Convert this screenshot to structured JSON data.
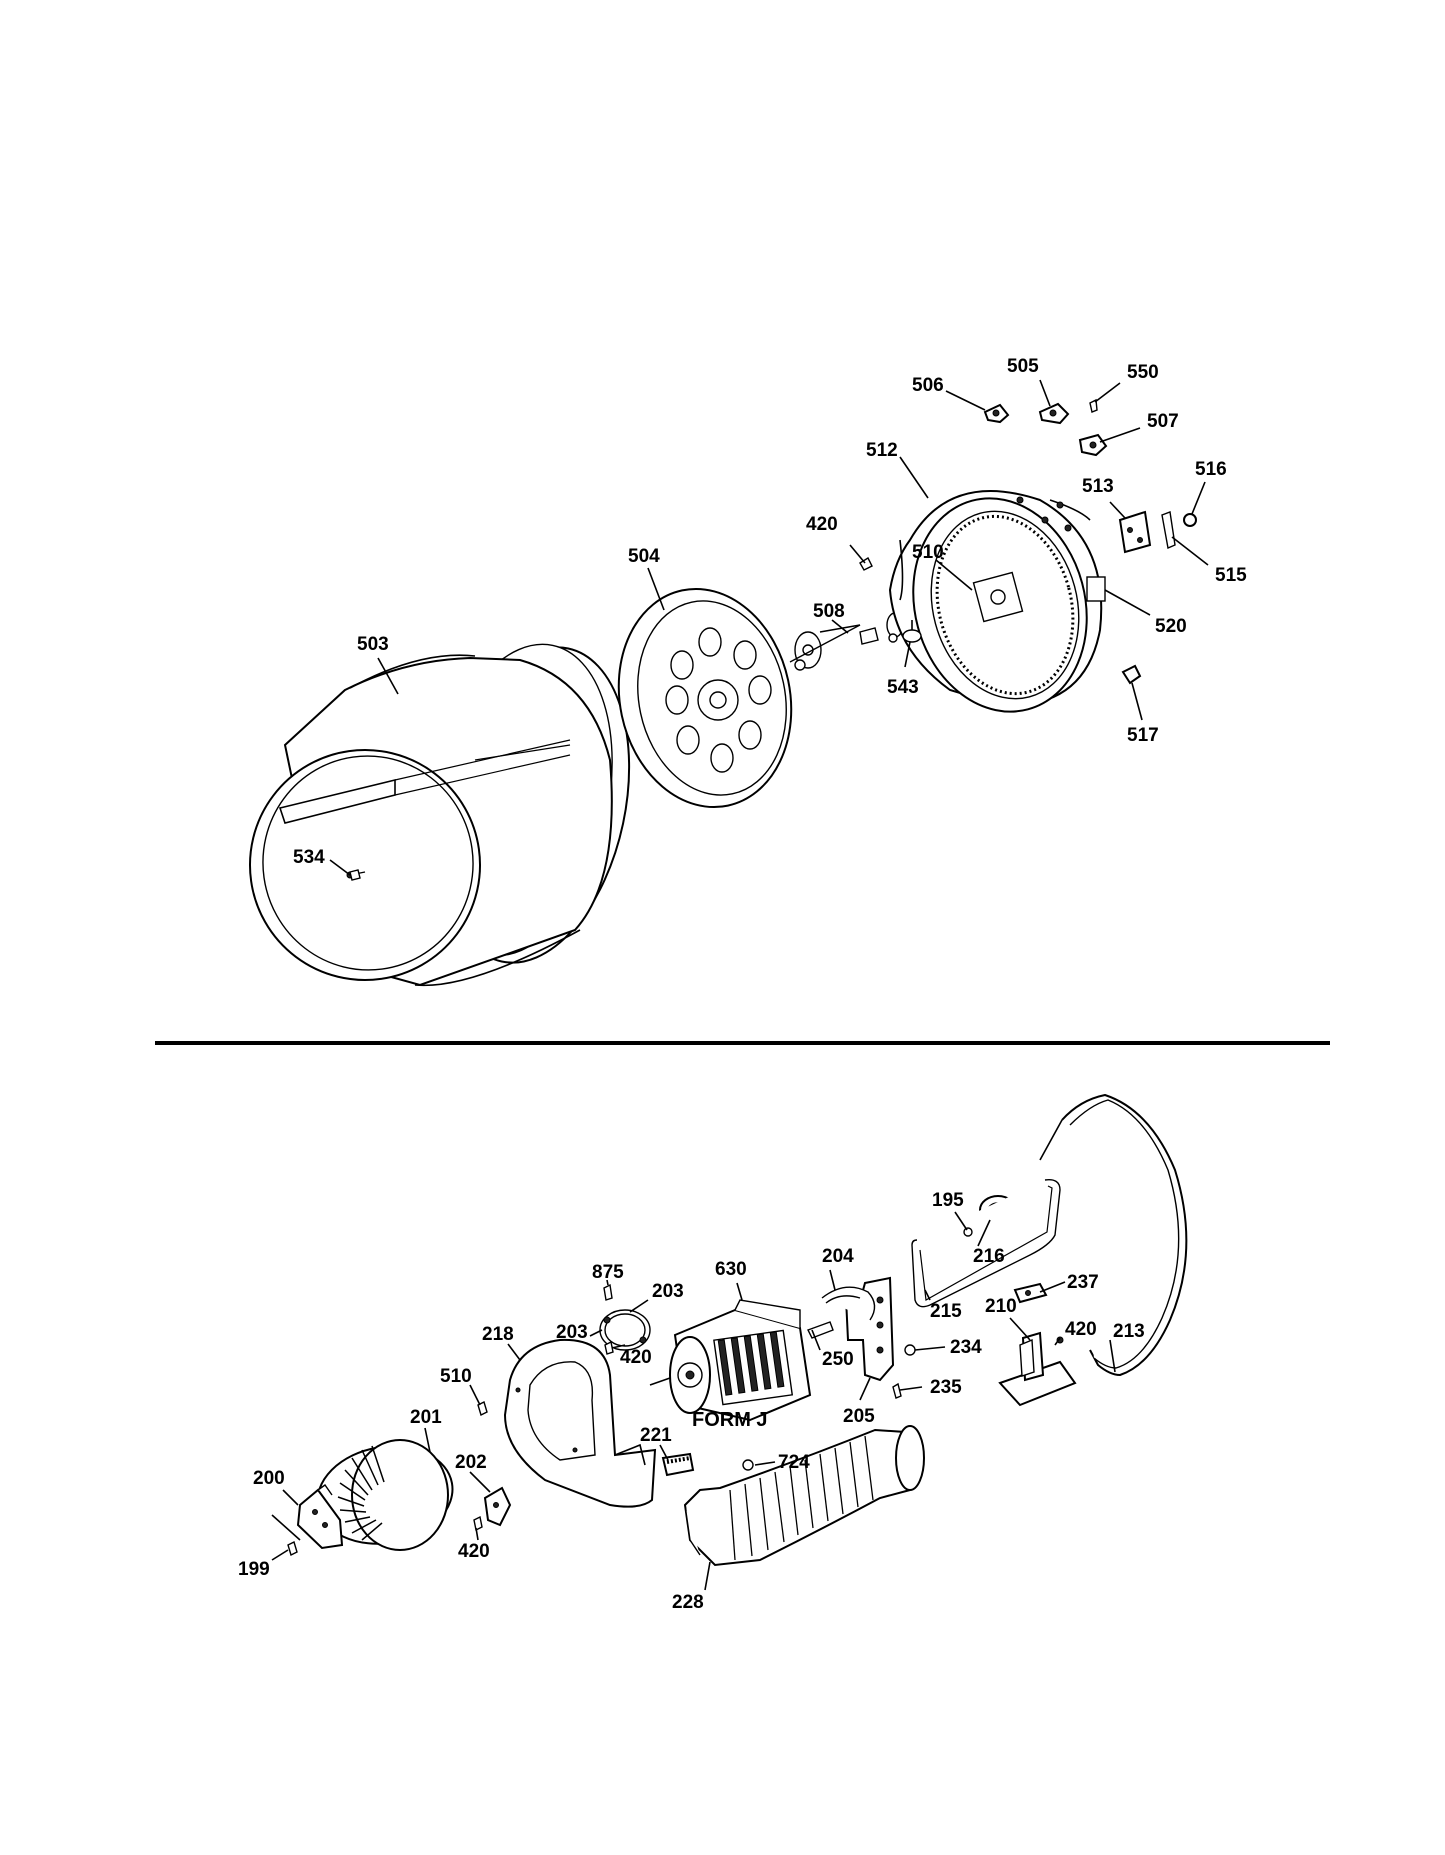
{
  "top_section": {
    "callouts": {
      "p503": "503",
      "p504": "504",
      "p534": "534",
      "p420a": "420",
      "p508": "508",
      "p543": "543",
      "p512": "512",
      "p510a": "510",
      "p506": "506",
      "p505": "505",
      "p550": "550",
      "p507": "507",
      "p513": "513",
      "p516": "516",
      "p515": "515",
      "p520": "520",
      "p517": "517"
    }
  },
  "bottom_section": {
    "form_label": "FORM J",
    "callouts": {
      "p195": "195",
      "p216": "216",
      "p237": "237",
      "p215": "215",
      "p210": "210",
      "p420b": "420",
      "p213": "213",
      "p234": "234",
      "p235": "235",
      "p204": "204",
      "p205": "205",
      "p250": "250",
      "p630": "630",
      "p875": "875",
      "p203a": "203",
      "p203b": "203",
      "p420c": "420",
      "p218": "218",
      "p510b": "510",
      "p201": "201",
      "p202": "202",
      "p221": "221",
      "p724": "724",
      "p228": "228",
      "p200": "200",
      "p199": "199",
      "p420d": "420"
    }
  }
}
